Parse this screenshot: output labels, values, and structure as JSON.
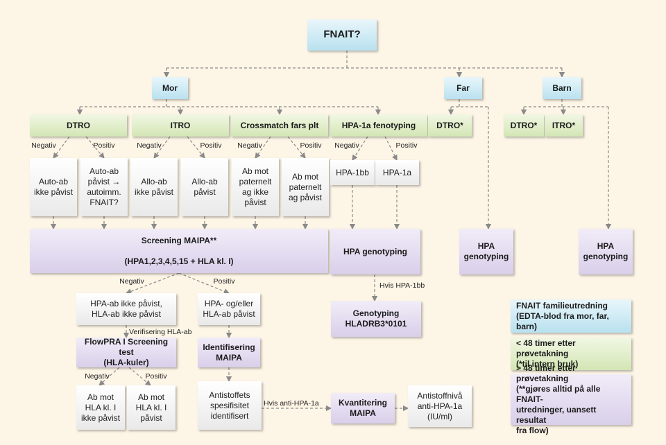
{
  "top": {
    "fnait": "FNAIT?"
  },
  "persons": {
    "mor": "Mor",
    "far": "Far",
    "barn": "Barn"
  },
  "tests": {
    "dtro": "DTRO",
    "itro": "ITRO",
    "crossmatch": "Crossmatch fars plt",
    "hpa1a_fenotyping": "HPA-1a fenotyping",
    "far_dtro": "DTRO*",
    "barn_dtro": "DTRO*",
    "barn_itro": "ITRO*"
  },
  "results": {
    "autoab_neg": "Auto-ab\nikke påvist",
    "autoab_pos": "Auto-ab\npåvist →\nautoimm.\nFNAIT?",
    "alloab_neg": "Allo-ab\nikke påvist",
    "alloab_pos": "Allo-ab\npåvist",
    "abmot_neg": "Ab mot\npaternelt\nag ikke\npåvist",
    "abmot_pos": "Ab mot\npaternelt\nag påvist",
    "hpa1bb": "HPA-1bb",
    "hpa1a": "HPA-1a"
  },
  "screening": {
    "title": "Screening MAIPA**",
    "subtitle": "(HPA1,2,3,4,5,15 + HLA kl. I)"
  },
  "genotyping": {
    "hpa": "HPA genotyping",
    "far": "HPA\ngenotyping",
    "barn": "HPA\ngenotyping",
    "hladrb3": "Genotyping\nHLADRB3*0101"
  },
  "second_level": {
    "neg": "HPA-ab ikke påvist,\nHLA-ab ikke påvist",
    "pos": "HPA- og/eller\nHLA-ab påvist",
    "flowpra": "FlowPRA I Screening test\n(HLA-kuler)",
    "identifisering": "Identifisering\nMAIPA",
    "hla_neg": "Ab mot\nHLA kl. I\nikke påvist",
    "hla_pos": "Ab mot\nHLA kl. I\npåvist",
    "antistoff": "Antistoffets\nspesifisitet\nidentifisert",
    "kvantitering": "Kvantitering\nMAIPA",
    "antistoffniva": "Antistoffnivå\nanti-HPA-1a\n(IU/ml)"
  },
  "edge_labels": {
    "negativ": "Negativ",
    "positiv": "Positiv",
    "verifisering": "Verifisering HLA-ab",
    "hvis_hpa1bb": "Hvis HPA-1bb",
    "hvis_anti": "Hvis anti-HPA-1a"
  },
  "legend": {
    "blue": "FNAIT familieutredning\n(EDTA-blod fra mor, far, barn)",
    "green": "< 48 timer etter prøvetakning\n(*til intern bruk)",
    "purple": "> 48 timer etter prøvetakning\n(**gjøres alltid på alle FNAIT-\nutredninger, uansett resultat\nfra flow)"
  },
  "colors": {
    "blue": "#b9e1ef",
    "green": "#d3e6b4",
    "purple": "#d9cfea",
    "white": "#f2f2f2",
    "connector": "#8a8a8a",
    "background": "#fdf5e6"
  }
}
